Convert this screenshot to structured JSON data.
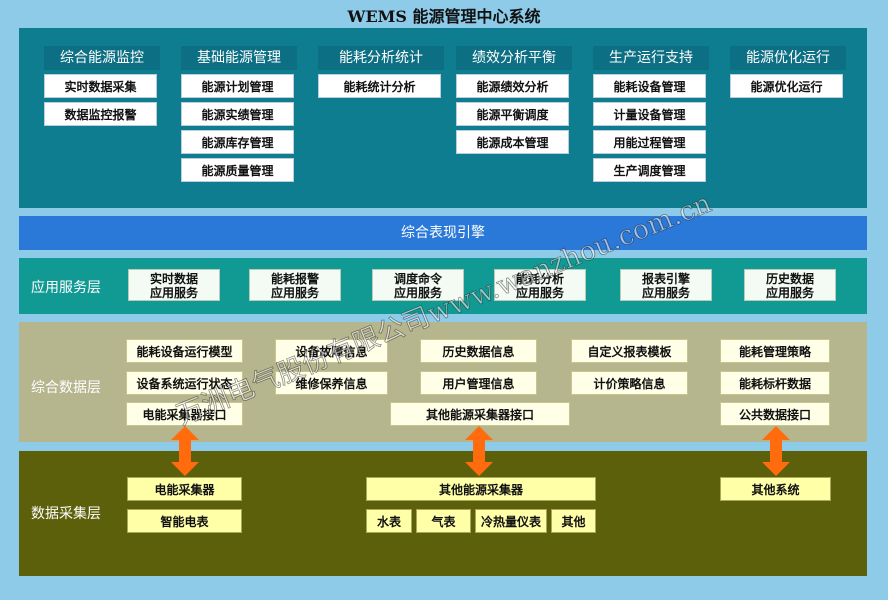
{
  "title": "WEMS 能源管理中心系统",
  "top_modules": [
    {
      "header": "综合能源监控",
      "items": [
        "实时数据采集",
        "数据监控报警"
      ]
    },
    {
      "header": "基础能源管理",
      "items": [
        "能源计划管理",
        "能源实绩管理",
        "能源库存管理",
        "能源质量管理"
      ]
    },
    {
      "header": "能耗分析统计",
      "items": [
        "能耗统计分析"
      ]
    },
    {
      "header": "绩效分析平衡",
      "items": [
        "能源绩效分析",
        "能源平衡调度",
        "能源成本管理"
      ]
    },
    {
      "header": "生产运行支持",
      "items": [
        "能耗设备管理",
        "计量设备管理",
        "用能过程管理",
        "生产调度管理"
      ]
    },
    {
      "header": "能源优化运行",
      "items": [
        "能源优化运行"
      ]
    }
  ],
  "engine_bar": "综合表现引擎",
  "app_layer": {
    "label": "应用服务层",
    "items": [
      "实时数据\n应用服务",
      "能耗报警\n应用服务",
      "调度命令\n应用服务",
      "能耗分析\n应用服务",
      "报表引擎\n应用服务",
      "历史数据\n应用服务"
    ]
  },
  "data_layer": {
    "label": "综合数据层",
    "items": [
      "能耗设备运行模型",
      "设备系统运行状态",
      "电能采集器接口",
      "设备故障信息",
      "维修保养信息",
      "历史数据信息",
      "用户管理信息",
      "其他能源采集器接口",
      "自定义报表模板",
      "计价策略信息",
      "能耗管理策略",
      "能耗标杆数据",
      "公共数据接口"
    ]
  },
  "acq_layer": {
    "label": "数据采集层",
    "items": [
      "电能采集器",
      "智能电表",
      "其他能源采集器",
      "水表",
      "气表",
      "冷热量仪表",
      "其他",
      "其他系统"
    ]
  },
  "watermark": "万洲电气股份有限公司www.wanzhou.com.cn",
  "colors": {
    "top_panel": "#0d7d8f",
    "engine_bar": "#2a78d8",
    "app_panel": "#119a93",
    "data_panel": "#b5b58e",
    "acq_panel": "#5c600a",
    "arrow": "#ff6b0d"
  }
}
